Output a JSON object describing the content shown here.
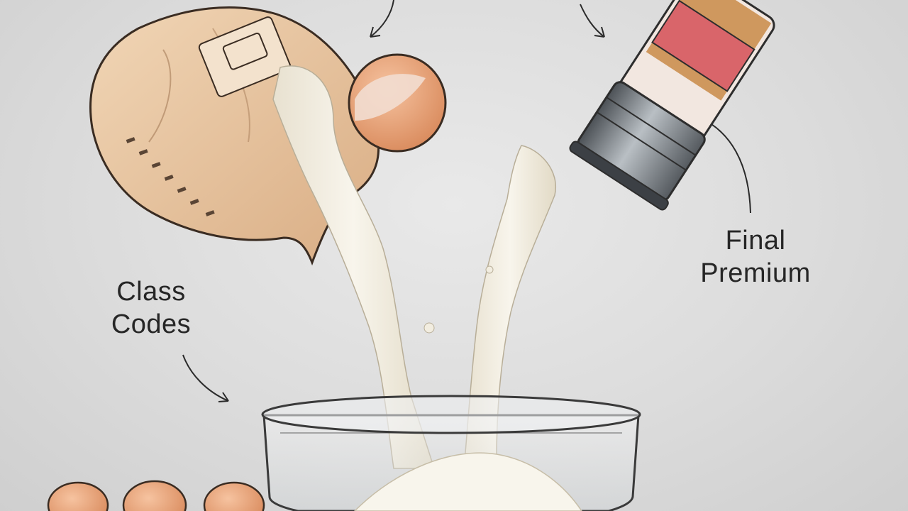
{
  "labels": {
    "class_codes_line1": "Class",
    "class_codes_line2": "Codes",
    "final_premium_line1": "Final",
    "final_premium_line2": "Premium"
  },
  "colors": {
    "background": "#dcdcdc",
    "flour_bag": "#e9c9a6",
    "egg": "#e8a27a",
    "shaker_label": "#d9656a",
    "spice": "#c98a47",
    "batter": "#f3eee2",
    "bowl_outline": "#3a3a3a"
  },
  "icons": [
    "flour-bag",
    "egg-shell",
    "spice-shaker",
    "glass-bowl",
    "eggs"
  ]
}
